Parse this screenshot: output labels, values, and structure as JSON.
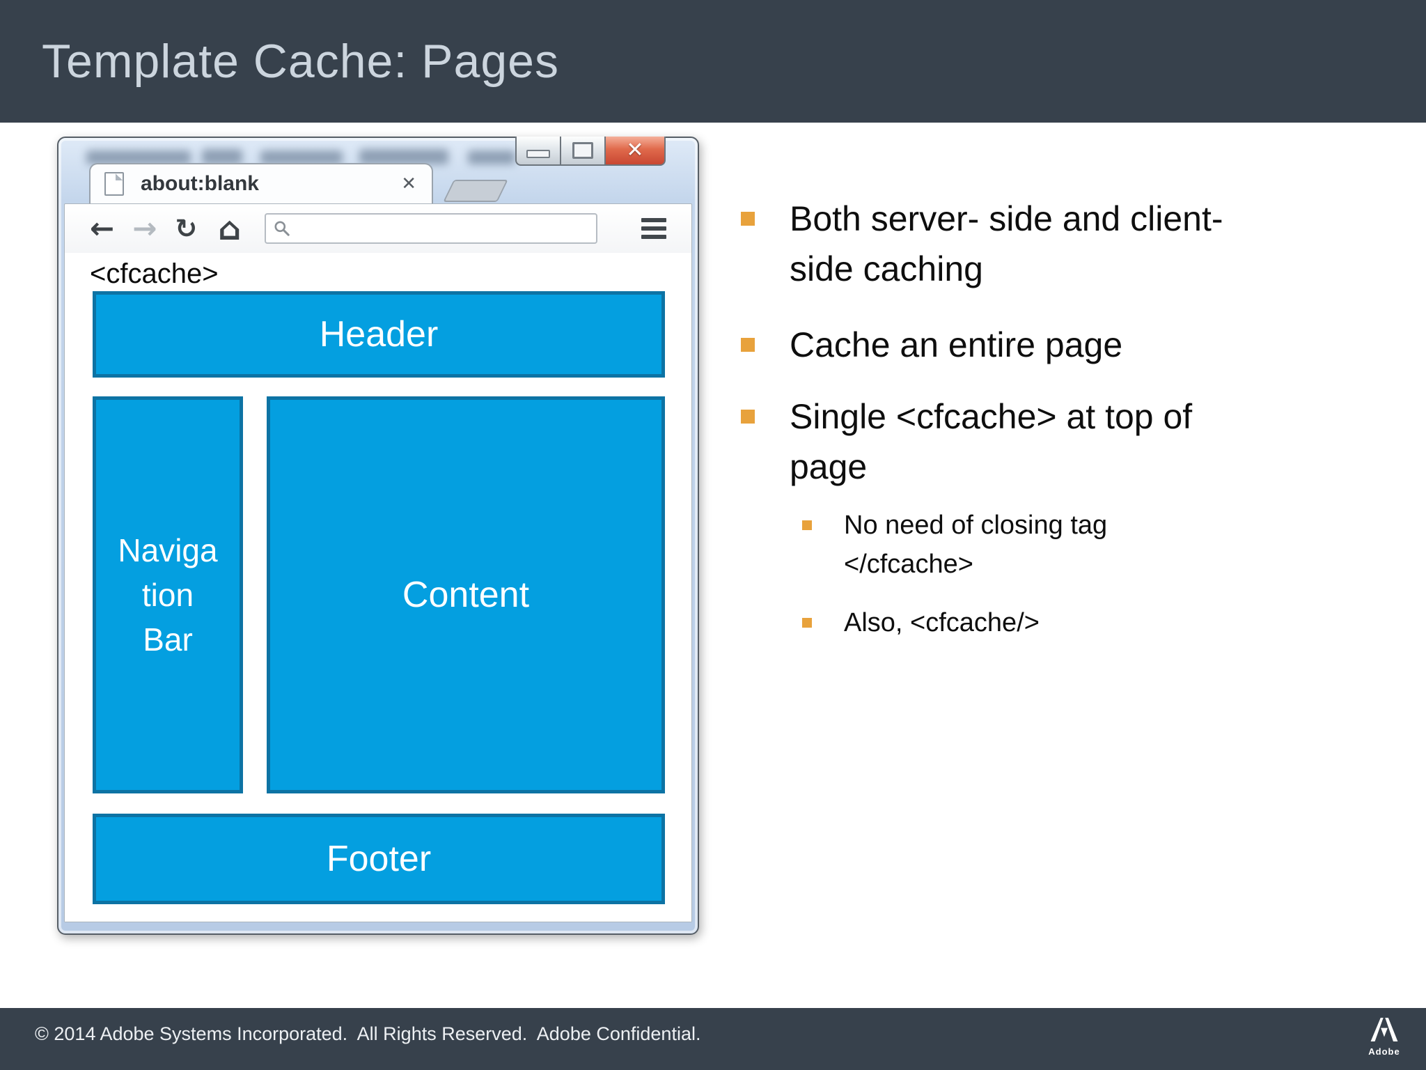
{
  "colors": {
    "slide_bar": "#37414c",
    "accent_blue": "#049fe0",
    "box_border": "#0d73a4",
    "bullet_orange": "#e8a23c",
    "close_button_red": "#c84732",
    "title_text": "#ccd5de"
  },
  "header": {
    "title": "Template Cache: Pages"
  },
  "browser_window": {
    "controls": {
      "close_glyph": "✕"
    },
    "tab": {
      "title": "about:blank",
      "close_glyph": "✕"
    },
    "toolbar": {
      "back_glyph": "←",
      "forward_glyph": "→",
      "reload_glyph": "↻",
      "home_glyph": "⌂",
      "search_value": ""
    },
    "page": {
      "cfcache_label": "<cfcache>",
      "header_box": "Header",
      "nav_box_lines": [
        "Naviga",
        "tion",
        "Bar"
      ],
      "content_box": "Content",
      "footer_box": "Footer"
    }
  },
  "bullets": {
    "items": [
      {
        "lines": [
          "Both server- side and client-",
          "side caching"
        ]
      },
      {
        "lines": [
          "Cache an entire page"
        ]
      },
      {
        "lines": [
          "Single <cfcache> at top of",
          "page"
        ]
      }
    ],
    "subitems": [
      {
        "lines": [
          "No need of closing tag",
          "</cfcache>"
        ]
      },
      {
        "lines": [
          "Also, <cfcache/>"
        ]
      }
    ]
  },
  "footer": {
    "copyright": "© 2014 Adobe Systems Incorporated.  All Rights Reserved.  Adobe Confidential.",
    "logo_label": "Adobe"
  }
}
